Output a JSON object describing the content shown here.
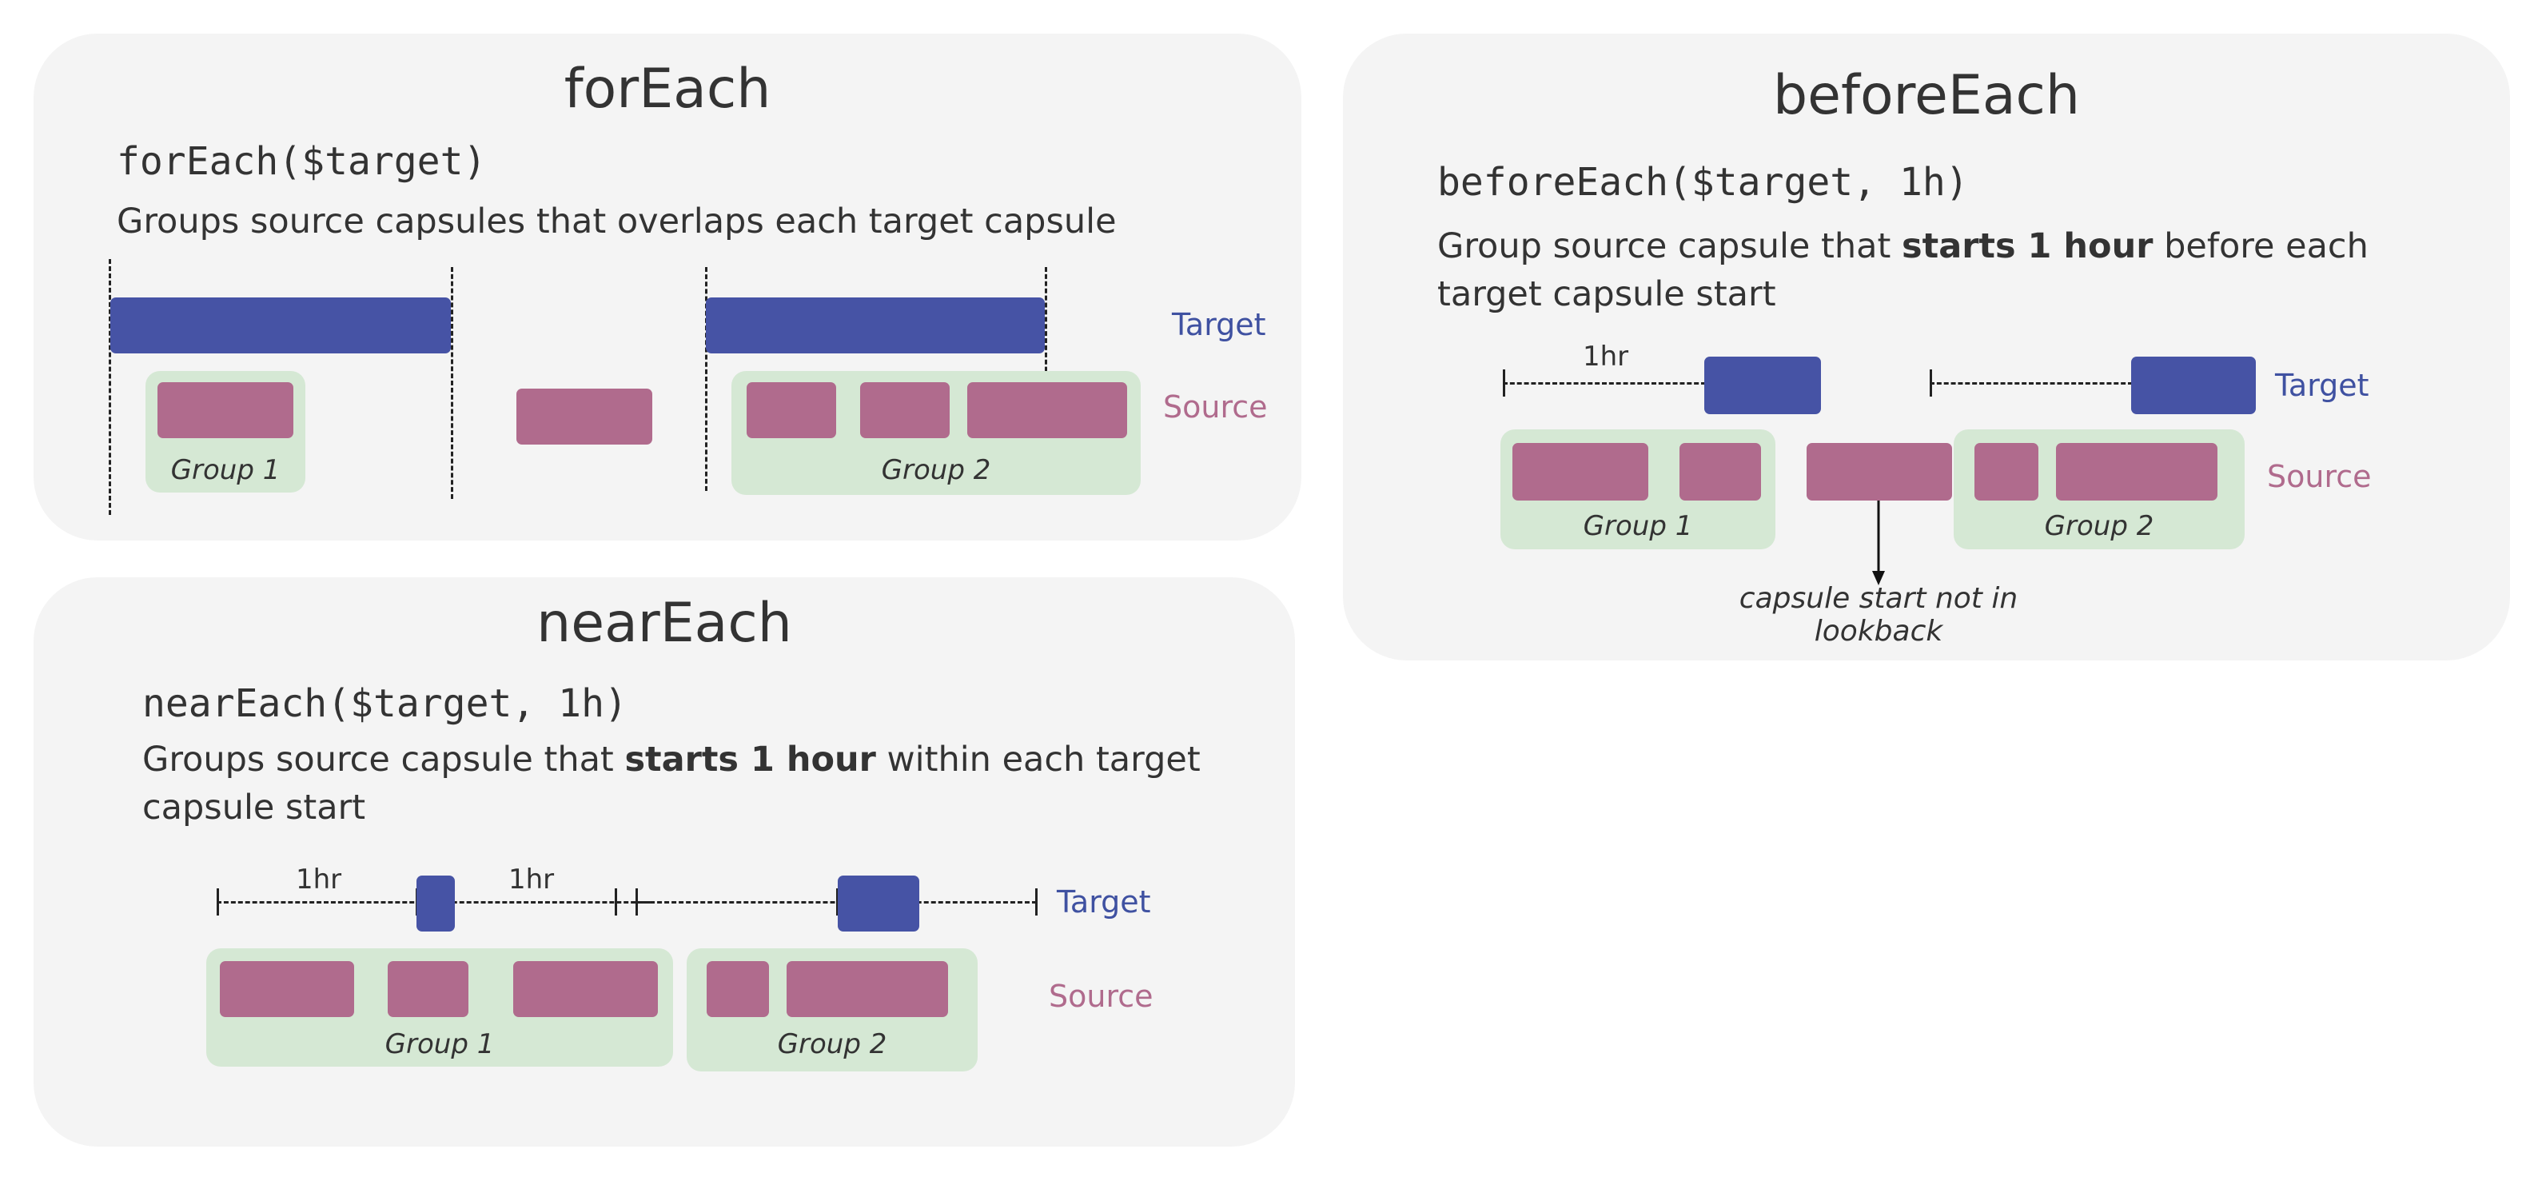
{
  "colors": {
    "target": "#4653a5",
    "source": "#b06b8d",
    "group": "#d5e8d4",
    "panel": "#f4f4f4",
    "label_target": "#3f51a1",
    "label_source": "#b06b8d"
  },
  "foreach": {
    "title": "forEach",
    "code": "forEach($target)",
    "desc": "Groups source capsules that overlaps each target capsule",
    "target_label": "Target",
    "source_label": "Source",
    "group1": "Group 1",
    "group2": "Group 2"
  },
  "neareach": {
    "title": "nearEach",
    "code": "nearEach($target, 1h)",
    "desc_pre": "Groups source capsule that ",
    "desc_bold": "starts 1 hour",
    "desc_post": " within each target capsule start",
    "hr_left": "1hr",
    "hr_right": "1hr",
    "target_label": "Target",
    "source_label": "Source",
    "group1": "Group 1",
    "group2": "Group 2"
  },
  "beforeeach": {
    "title": "beforeEach",
    "code": "beforeEach($target, 1h)",
    "desc_pre": "Group source capsule that ",
    "desc_bold": "starts 1 hour",
    "desc_post": " before each target capsule start",
    "hr": "1hr",
    "target_label": "Target",
    "source_label": "Source",
    "group1": "Group 1",
    "group2": "Group 2",
    "note": "capsule start not in lookback"
  }
}
